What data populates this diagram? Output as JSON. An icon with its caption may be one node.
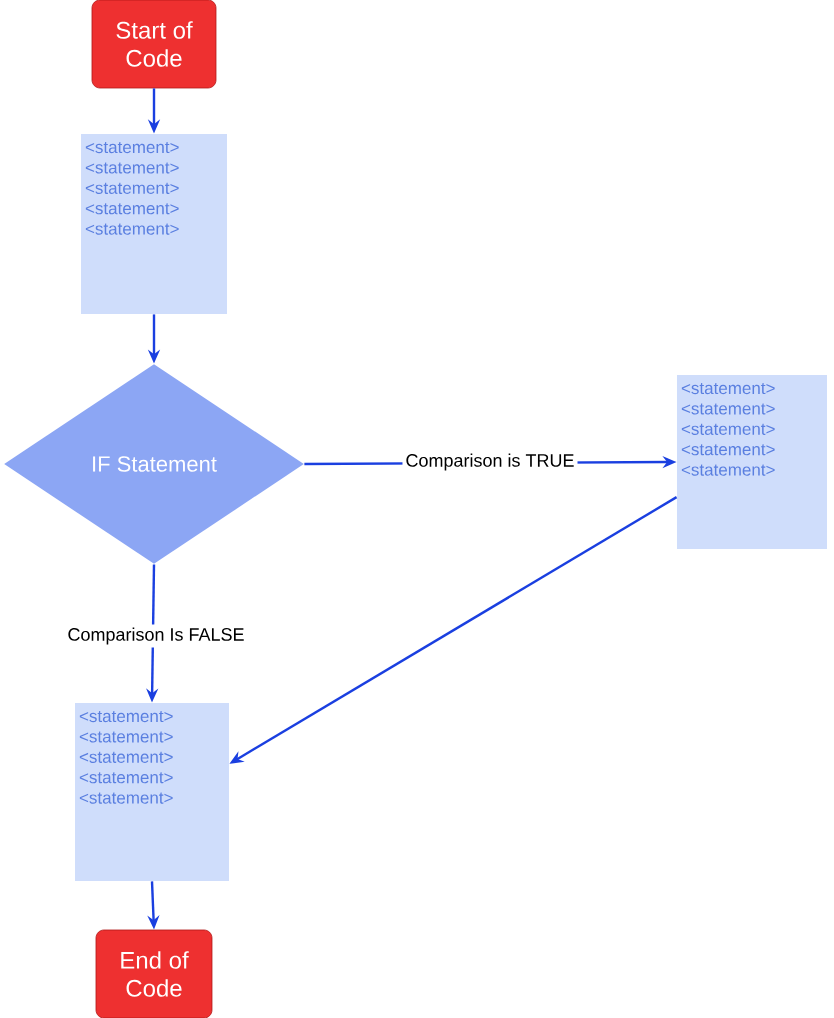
{
  "diagram": {
    "nodes": [
      {
        "text": [
          "Start of Code"
        ]
      },
      {
        "text": [
          "<statement>",
          "<statement>",
          "<statement>",
          "<statement>",
          "<statement>"
        ]
      },
      {
        "text": [
          "IF Statement"
        ]
      },
      {
        "text": [
          "<statement>",
          "<statement>",
          "<statement>",
          "<statement>",
          "<statement>"
        ]
      },
      {
        "text": [
          "<statement>",
          "<statement>",
          "<statement>",
          "<statement>",
          "<statement>"
        ]
      },
      {
        "text": [
          "End of Code"
        ]
      }
    ],
    "edges": [
      {
        "from": 0,
        "to": 1,
        "arrow": "to"
      },
      {
        "from": 1,
        "to": 2,
        "arrow": "to"
      },
      {
        "from": 2,
        "to": 3,
        "arrow": "to",
        "label": "Comparison is TRUE"
      },
      {
        "from": 2,
        "to": 4,
        "arrow": "to",
        "label": "Comparison Is FALSE"
      },
      {
        "from": 3,
        "to": 4,
        "arrow": "to"
      },
      {
        "from": 4,
        "to": 5,
        "arrow": "to"
      }
    ]
  }
}
